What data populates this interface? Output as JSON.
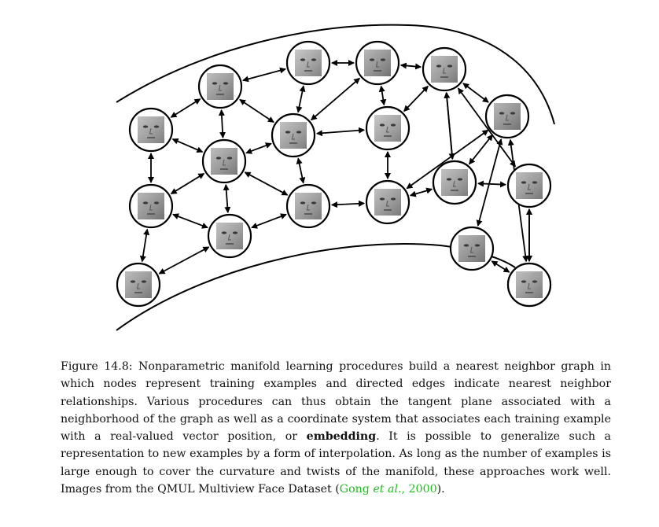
{
  "figure": {
    "nodes": [
      {
        "id": "n1"
      },
      {
        "id": "n2"
      },
      {
        "id": "n3"
      },
      {
        "id": "n4"
      },
      {
        "id": "n5"
      },
      {
        "id": "n6"
      },
      {
        "id": "n7"
      },
      {
        "id": "n8"
      },
      {
        "id": "n9"
      },
      {
        "id": "n10"
      },
      {
        "id": "n11"
      },
      {
        "id": "n12"
      },
      {
        "id": "n13"
      },
      {
        "id": "n14"
      },
      {
        "id": "n15"
      },
      {
        "id": "n16"
      },
      {
        "id": "n17"
      },
      {
        "id": "n18"
      },
      {
        "id": "n19"
      },
      {
        "id": "n20"
      }
    ],
    "edges": [
      [
        "n2",
        "n3"
      ],
      [
        "n3",
        "n4"
      ],
      [
        "n4",
        "n5"
      ],
      [
        "n1",
        "n2"
      ],
      [
        "n2",
        "n6"
      ],
      [
        "n2",
        "n7"
      ],
      [
        "n3",
        "n6"
      ],
      [
        "n4",
        "n6"
      ],
      [
        "n4",
        "n8"
      ],
      [
        "n1",
        "n9"
      ],
      [
        "n1",
        "n7"
      ],
      [
        "n7",
        "n9"
      ],
      [
        "n7",
        "n6"
      ],
      [
        "n7",
        "n11"
      ],
      [
        "n7",
        "n10"
      ],
      [
        "n9",
        "n11"
      ],
      [
        "n9",
        "n12"
      ],
      [
        "n11",
        "n10"
      ],
      [
        "n6",
        "n8"
      ],
      [
        "n6",
        "n10"
      ],
      [
        "n10",
        "n15"
      ],
      [
        "n8",
        "n15"
      ],
      [
        "n5",
        "n8"
      ],
      [
        "n5",
        "n14"
      ],
      [
        "n5",
        "n16"
      ],
      [
        "n5",
        "n13"
      ],
      [
        "n5",
        "n17"
      ],
      [
        "n15",
        "n13"
      ],
      [
        "n15",
        "n14"
      ],
      [
        "n16",
        "n14"
      ],
      [
        "n16",
        "n17"
      ],
      [
        "n14",
        "n18"
      ],
      [
        "n14",
        "n19"
      ],
      [
        "n18",
        "n19"
      ],
      [
        "n17",
        "n18"
      ],
      [
        "n18",
        "n20"
      ],
      [
        "n17",
        "n20"
      ],
      [
        "n12",
        "n11"
      ]
    ]
  },
  "caption": {
    "part1": "Figure 14.8: Nonparametric manifold learning procedures build a nearest neighbor graph in which nodes represent training examples and directed edges indicate nearest neighbor relationships. Various procedures can thus obtain the tangent plane associated with a neighborhood of the graph as well as a coordinate system that associates each training example with a real-valued vector position, or ",
    "bold": "embedding",
    "part2": ". It is possible to generalize such a representation to new examples by a form of interpolation. As long as the number of examples is large enough to cover the curvature and twists of the manifold, these approaches work well. Images from the QMUL Multiview Face Dataset (",
    "cite_author": "Gong ",
    "cite_etal": "et al.",
    "cite_sep": ", ",
    "cite_year": "2000",
    "part3": ")."
  }
}
